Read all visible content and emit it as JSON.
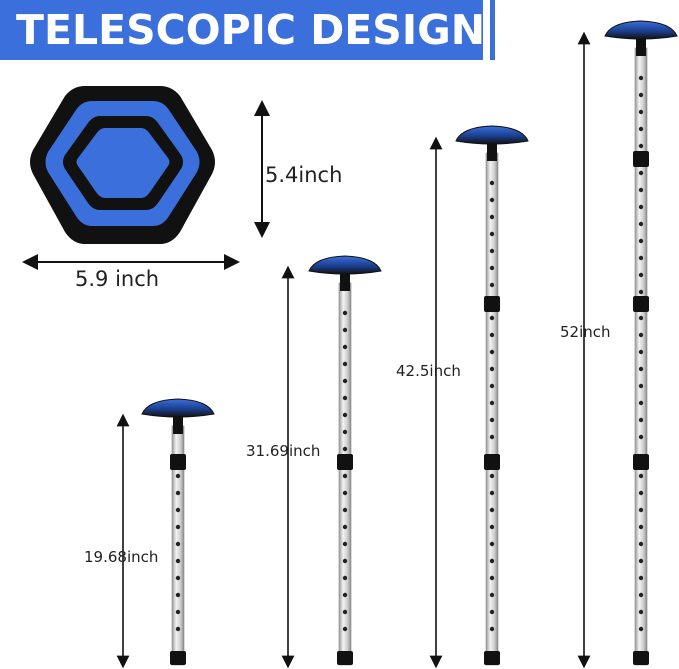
{
  "header": {
    "title": "TELESCOPIC DESIGN",
    "accent_color": "#3a6fdc"
  },
  "pad": {
    "height_label": "5.4inch",
    "width_label": "5.9 inch",
    "colors": {
      "outer": "#111111",
      "ring": "#3a6fdc",
      "inner_ring": "#111111",
      "center": "#3a6fdc"
    }
  },
  "poles": [
    {
      "length_label": "19.68inch"
    },
    {
      "length_label": "31.69inch"
    },
    {
      "length_label": "42.5inch"
    },
    {
      "length_label": "52inch"
    }
  ],
  "pole_colors": {
    "tube": "#d8d8d8",
    "joint": "#111111",
    "cap": "#1a1a1a",
    "cap_accent": "#3a6fdc"
  }
}
